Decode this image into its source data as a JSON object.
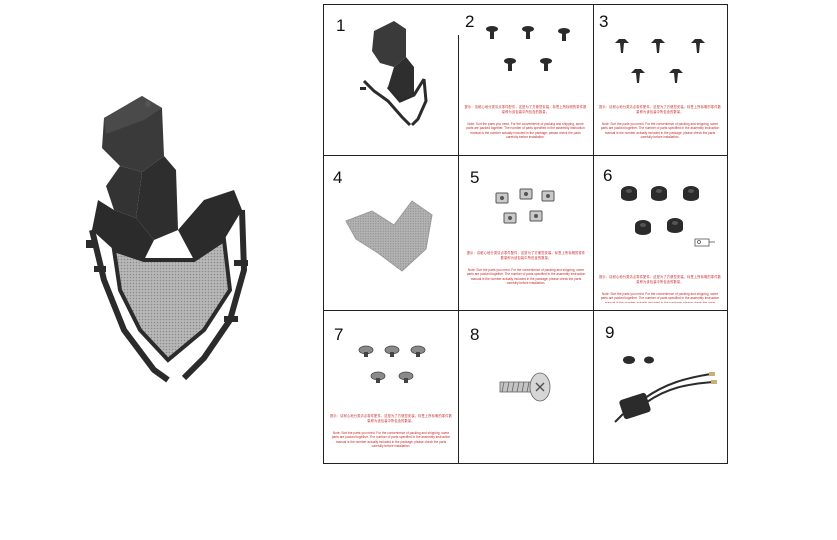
{
  "colors": {
    "part_dark": "#2b2b2b",
    "part_mid": "#3a3a3a",
    "mesh": "#a9a9a9",
    "note_red": "#c62828",
    "border": "#222222"
  },
  "hero": {
    "icon": "front-fairing-assembly-icon"
  },
  "panels": [
    {
      "number": "1",
      "icon": "fairing-bracket-icon",
      "note_zh": "",
      "note_en": ""
    },
    {
      "number": "2",
      "icon": "bolt-set-icon",
      "note_zh": "提示：请耐心地分类清点零件配件，这是为了方便您安装。标签上所标明的零件数量即为该包装中所包含的数量。",
      "note_en": "Note: Sort the parts you need. For the convenience of packing and shipping, some parts are packed together. The number of parts specified in the assembly instruction manual is the number actually included in the package; please check the parts carefully before installation."
    },
    {
      "number": "3",
      "icon": "push-rivet-set-icon",
      "note_zh": "提示：请耐心地分类清点零件配件，这是为了方便您安装。标签上所标明的零件数量即为该包装中所包含的数量。",
      "note_en": "Note: Sort the parts you need. For the convenience of packing and shipping, some parts are packed together. The number of parts specified in the assembly instruction manual is the number actually included in the package; please check the parts carefully before installation."
    },
    {
      "number": "4",
      "icon": "mesh-grille-icon",
      "note_zh": "",
      "note_en": ""
    },
    {
      "number": "5",
      "icon": "clip-nut-set-icon",
      "note_zh": "提示：请耐心地分类清点零件配件，这是为了方便您安装。标签上所标明的零件数量即为该包装中所包含的数量。",
      "note_en": "Note: Sort the parts you need. For the convenience of packing and shipping, some parts are packed together. The number of parts specified in the assembly instruction manual is the number actually included in the package; please check the parts carefully before installation."
    },
    {
      "number": "6",
      "icon": "rubber-grommet-set-icon",
      "note_zh": "提示：请耐心地分类清点零件配件，这是为了方便您安装。标签上所标明的零件数量即为该包装中所包含的数量。",
      "note_en": "Note: Sort the parts you need. For the convenience of packing and shipping, some parts are packed together. The number of parts specified in the assembly instruction manual is the number actually included in the package; please check the parts carefully before installation."
    },
    {
      "number": "7",
      "icon": "well-nut-set-icon",
      "note_zh": "提示：请耐心地分类清点零件配件，这是为了方便您安装。标签上所标明的零件数量即为该包装中所包含的数量。",
      "note_en": "Note: Sort the parts you need. For the convenience of packing and shipping, some parts are packed together. The number of parts specified in the assembly instruction manual is the number actually included in the package; please check the parts carefully before installation."
    },
    {
      "number": "8",
      "icon": "screw-icon",
      "note_zh": "",
      "note_en": ""
    },
    {
      "number": "9",
      "icon": "relay-harness-icon",
      "note_zh": "",
      "note_en": ""
    }
  ]
}
